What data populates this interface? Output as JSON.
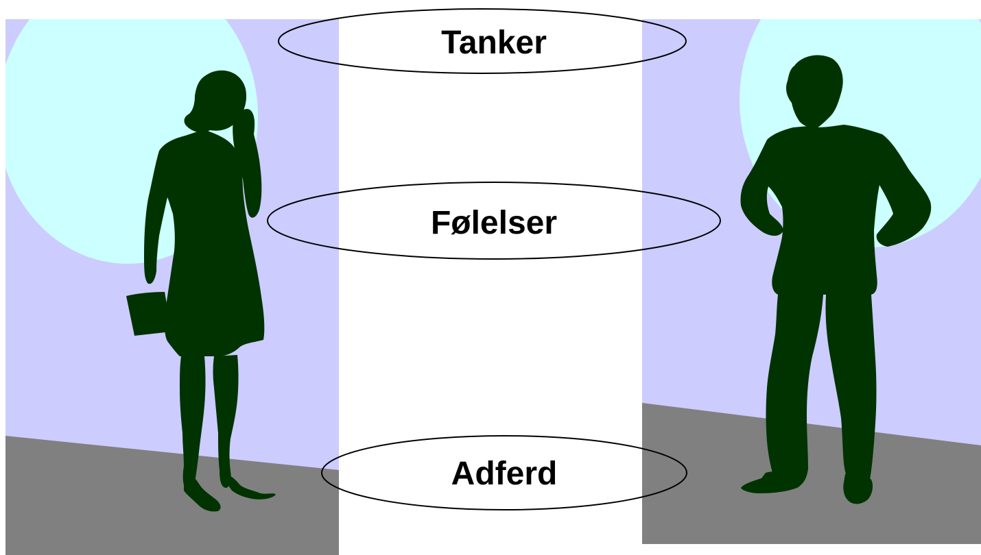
{
  "labels": {
    "thoughts": "Tanker",
    "feelings": "Følelser",
    "behavior": "Adferd"
  },
  "colors": {
    "background": "#ffffff",
    "wall": "#ccccff",
    "spotlight": "#ccffff",
    "floor": "#808080",
    "silhouette": "#003300",
    "ellipse_stroke": "#000000",
    "ellipse_fill": "#ffffff",
    "text": "#000000"
  }
}
